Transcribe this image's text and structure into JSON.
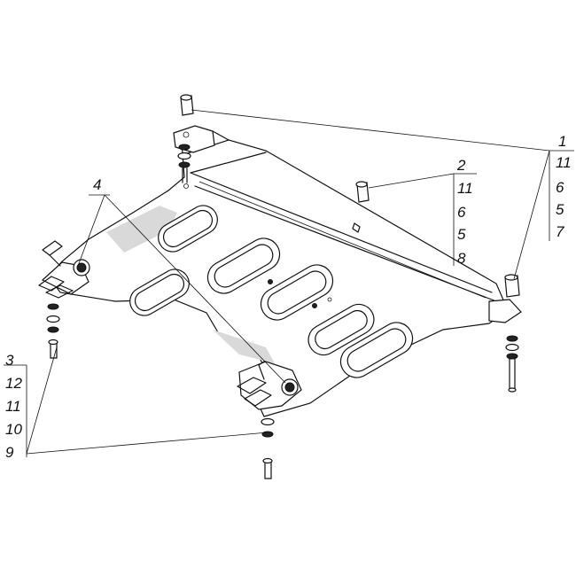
{
  "callouts": {
    "group1": [
      "1",
      "11",
      "6",
      "5",
      "7"
    ],
    "group2": [
      "2",
      "11",
      "6",
      "5",
      "8"
    ],
    "group3": [
      "3",
      "12",
      "11",
      "10",
      "9"
    ],
    "item4": "4"
  }
}
